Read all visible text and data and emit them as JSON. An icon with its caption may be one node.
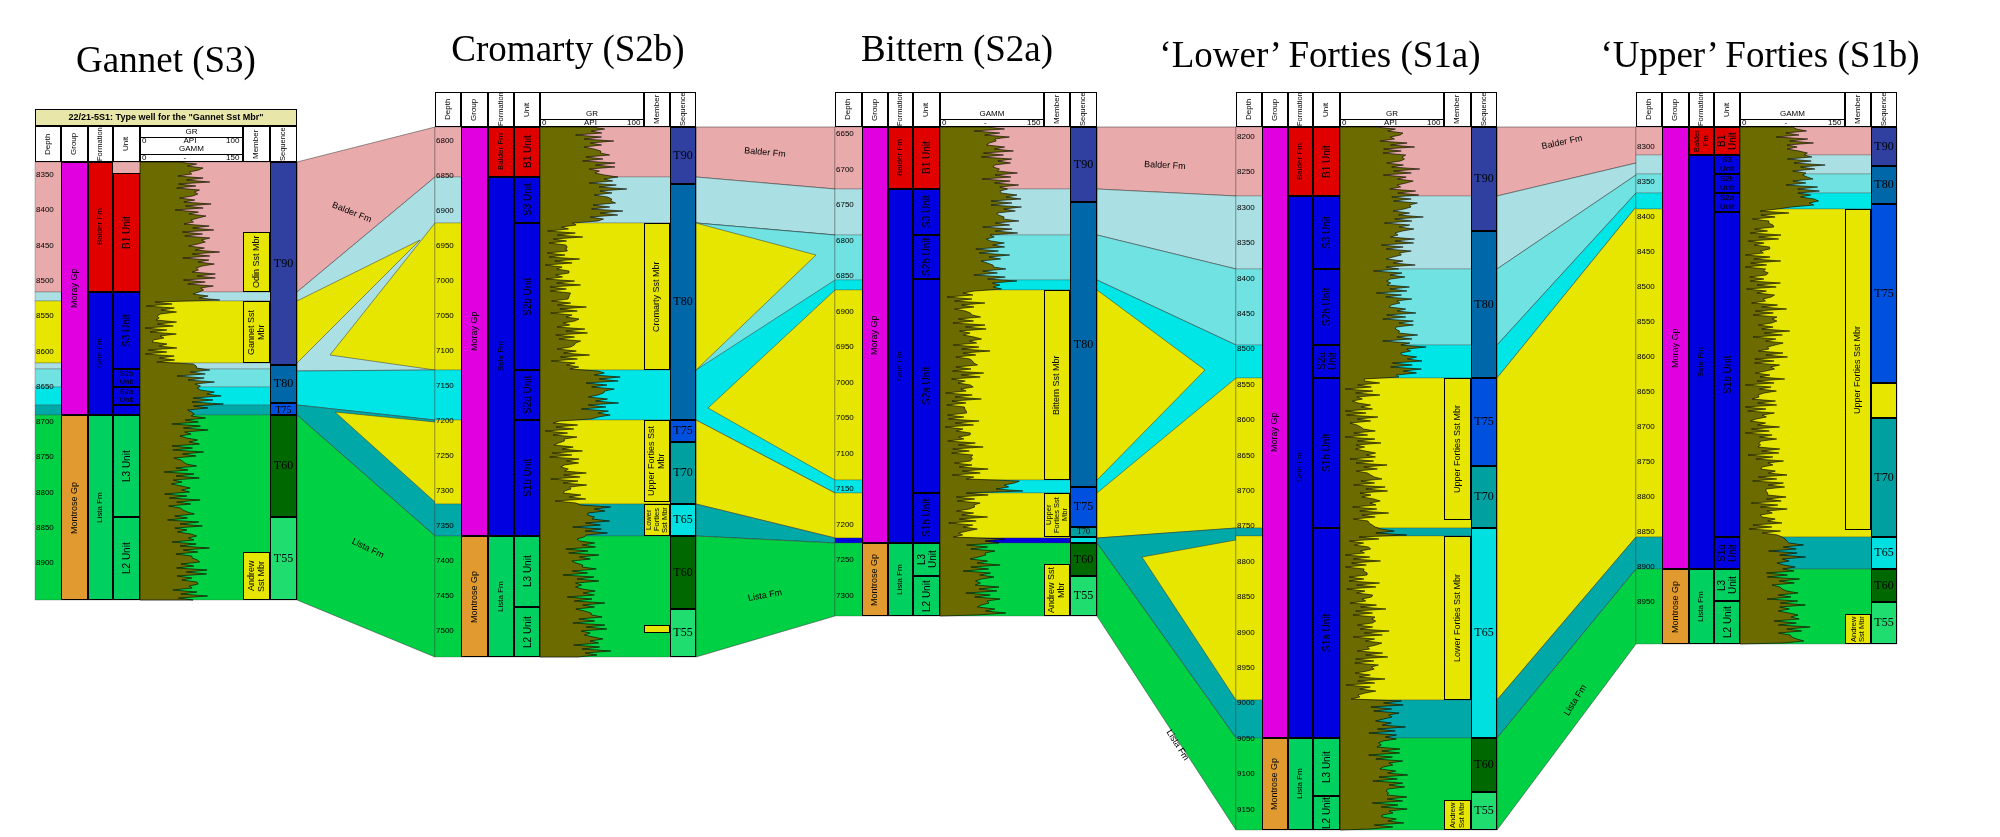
{
  "diagram": {
    "labels": [
      "Gannet (S3)",
      "22/21-5S1: Type well for the \"Gannet Sst Mbr\"",
      "Depth",
      "Group",
      "Formation",
      "Unit",
      "GR",
      "0",
      "API",
      "100",
      "GAMM",
      "0",
      "-",
      "150",
      "Member",
      "Sequence",
      "8350",
      "8400",
      "8450",
      "8500",
      "8550",
      "8600",
      "8650",
      "8700",
      "8750",
      "8800",
      "8850",
      "8900",
      "Moray Gp",
      "Montrose Gp",
      "Balder Fm",
      "Sele Fm",
      "Lista Fm",
      "B1 Unit",
      "S3 Unit",
      "S2b Unit",
      "S2a Unit",
      "L3 Unit",
      "L2 Unit",
      "Odin Sst Mbr",
      "Gannet Sst Mbr",
      "Andrew Sst Mbr",
      "T90",
      "T80",
      "T75",
      "T60",
      "T55",
      "Cromarty (S2b)",
      "Depth",
      "Group",
      "Formation",
      "Unit",
      "GR",
      "0",
      "API",
      "100",
      "Member",
      "Sequence",
      "6800",
      "6850",
      "6900",
      "6950",
      "7000",
      "7050",
      "7100",
      "7150",
      "7200",
      "7250",
      "7300",
      "7350",
      "7400",
      "7450",
      "7500",
      "Moray Gp",
      "Montrose Gp",
      "Balder Fm",
      "Sele Fm",
      "Lista Fm",
      "B1 Unit",
      "S3 Unit",
      "S2b Unit",
      "S2a Unit",
      "S1b Unit",
      "L3 Unit",
      "L2 Unit",
      "Cromarty Sst Mbr",
      "Upper Forties Sst Mbr",
      "Lower Forties Sst Mbr",
      "T90",
      "T80",
      "T75",
      "T70",
      "T65",
      "T60",
      "T55",
      "Bittern (S2a)",
      "Depth",
      "Group",
      "Formation",
      "Unit",
      "GAMM",
      "0",
      "-",
      "150",
      "Member",
      "Sequence",
      "6650",
      "6700",
      "6750",
      "6800",
      "6850",
      "6900",
      "6950",
      "7000",
      "7050",
      "7100",
      "7150",
      "7200",
      "7250",
      "7300",
      "Moray Gp",
      "Montrose Gp",
      "Balder Fm",
      "Sele Fm",
      "Lista Fm",
      "B1 Unit",
      "S3 Unit",
      "S2b Unit",
      "S2a Unit",
      "S1b Unit",
      "L3 Unit",
      "L2 Unit",
      "Bittern Sst Mbr",
      "Upper Forties Sst Mbr",
      "Andrew Sst Mbr",
      "T90",
      "T80",
      "T75",
      "T70",
      "T60",
      "T55",
      "‘Lower’ Forties (S1a)",
      "Depth",
      "Group",
      "Formation",
      "Unit",
      "GR",
      "0",
      "API",
      "100",
      "Member",
      "Sequence",
      "8200",
      "8250",
      "8300",
      "8350",
      "8400",
      "8450",
      "8500",
      "8550",
      "8600",
      "8650",
      "8700",
      "8750",
      "8800",
      "8850",
      "8900",
      "8950",
      "9000",
      "9050",
      "9100",
      "9150",
      "Moray Gp",
      "Montrose Gp",
      "Balder Fm",
      "Sele Fm",
      "Lista Fm",
      "B1 Unit",
      "S3 Unit",
      "S2b Unit",
      "S2a Unit",
      "S1b Unit",
      "S1a Unit",
      "L3 Unit",
      "L2 Unit",
      "Upper Forties Sst Mbr",
      "Lower Forties Sst Mbr",
      "Andrew Sst Mbr",
      "T90",
      "T80",
      "T75",
      "T70",
      "T65",
      "T60",
      "T55",
      "‘Upper’ Forties (S1b)",
      "Depth",
      "Group",
      "Formation",
      "Unit",
      "GAMM",
      "0",
      "-",
      "150",
      "Member",
      "Sequence",
      "8300",
      "8350",
      "8400",
      "8450",
      "8500",
      "8550",
      "8600",
      "8650",
      "8700",
      "8750",
      "8800",
      "8850",
      "8900",
      "8950",
      "Moray Gp",
      "Montrose Gp",
      "Balder Fm",
      "Sele Fm",
      "Lista Fm",
      "B1 Unit",
      "S3 Unit",
      "S2b Unit",
      "S2a Unit",
      "S1b Unit",
      "S1a Unit",
      "L3 Unit",
      "L2 Unit",
      "Upper Forties Sst Mbr",
      "Andrew Sst Mbr",
      "T90",
      "T80",
      "T75",
      "T70",
      "T65",
      "T60",
      "T55",
      "Balder Fm",
      "Lista Fm",
      "Balder Fm",
      "Lista Fm",
      "Balder Fm",
      "Lista Fm",
      "Balder Fm",
      "Lista Fm"
    ]
  }
}
